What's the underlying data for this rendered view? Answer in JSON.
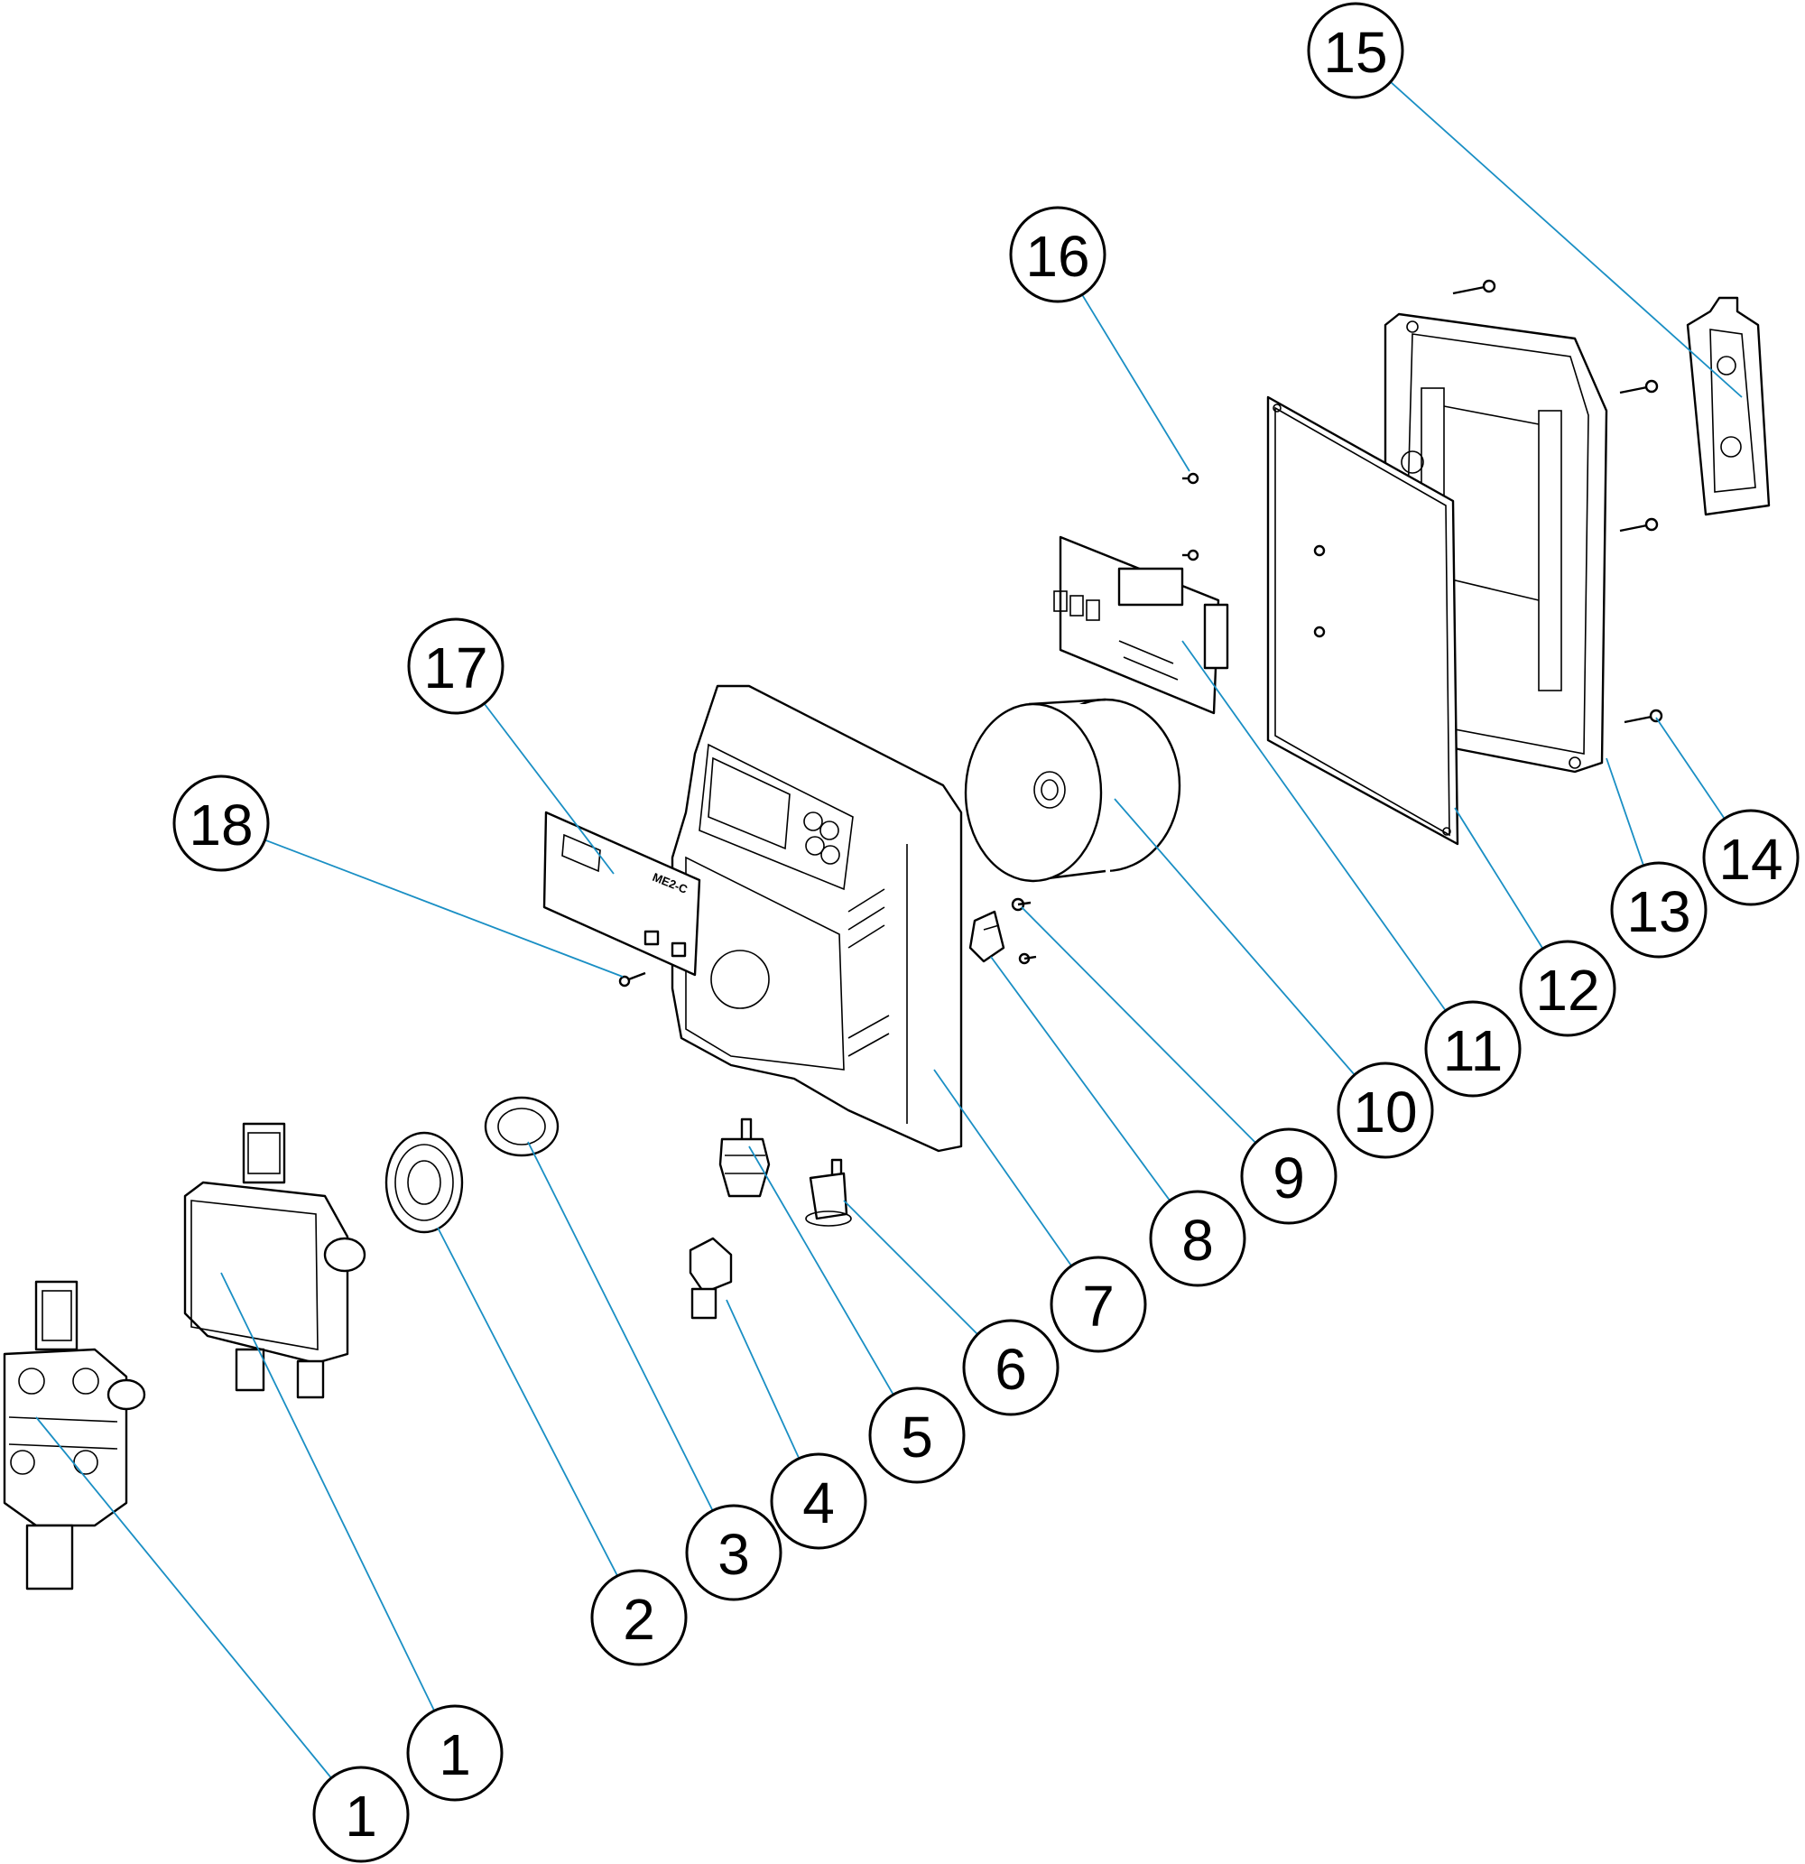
{
  "colors": {
    "leader": "#1a8fc4",
    "outline": "#000000",
    "background": "#ffffff"
  },
  "front_panel_label": "ME2-C",
  "callouts": [
    {
      "id": "c1a",
      "number": "1",
      "part": "pump-head-left"
    },
    {
      "id": "c1b",
      "number": "1",
      "part": "pump-head-right"
    },
    {
      "id": "c2",
      "number": "2",
      "part": "diaphragm"
    },
    {
      "id": "c3",
      "number": "3",
      "part": "backup-ring"
    },
    {
      "id": "c4",
      "number": "4",
      "part": "elbow-fitting"
    },
    {
      "id": "c5",
      "number": "5",
      "part": "cable-gland"
    },
    {
      "id": "c6",
      "number": "6",
      "part": "cap"
    },
    {
      "id": "c7",
      "number": "7",
      "part": "housing"
    },
    {
      "id": "c8",
      "number": "8",
      "part": "bracket"
    },
    {
      "id": "c9",
      "number": "9",
      "part": "screw"
    },
    {
      "id": "c10",
      "number": "10",
      "part": "solenoid"
    },
    {
      "id": "c11",
      "number": "11",
      "part": "circuit-board"
    },
    {
      "id": "c12",
      "number": "12",
      "part": "gasket"
    },
    {
      "id": "c13",
      "number": "13",
      "part": "back-cover"
    },
    {
      "id": "c14",
      "number": "14",
      "part": "cover-screw"
    },
    {
      "id": "c15",
      "number": "15",
      "part": "wall-bracket"
    },
    {
      "id": "c16",
      "number": "16",
      "part": "pcb-screw"
    },
    {
      "id": "c17",
      "number": "17",
      "part": "front-label"
    },
    {
      "id": "c18",
      "number": "18",
      "part": "label-screw"
    }
  ]
}
